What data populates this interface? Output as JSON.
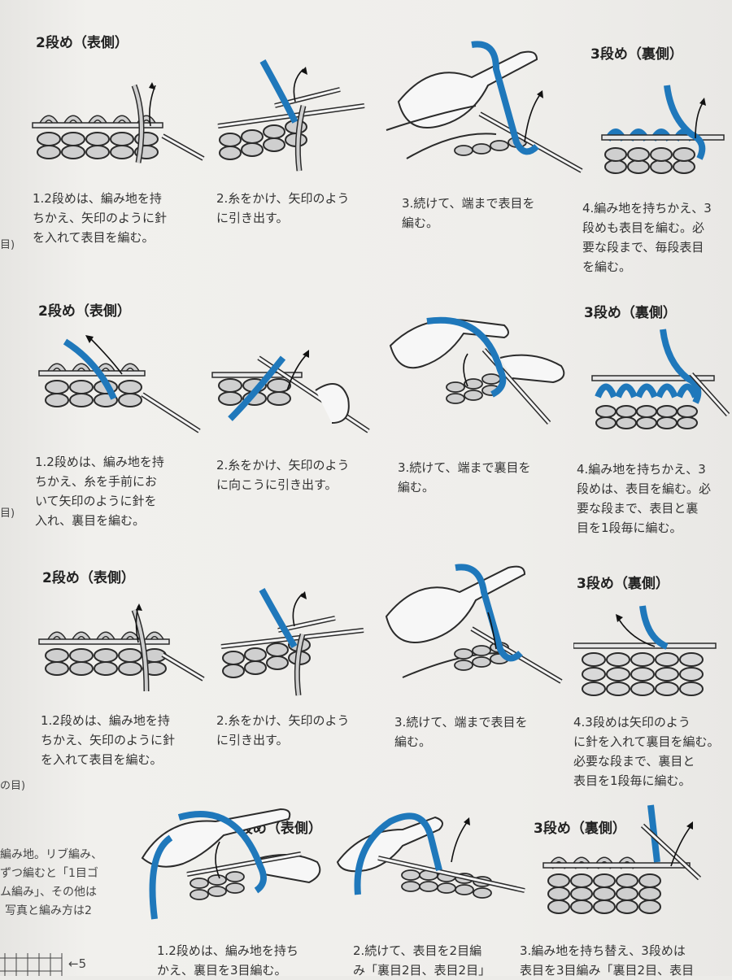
{
  "rows": [
    {
      "heading_front": "2段め（表側）",
      "heading_back": "3段め（裏側）",
      "captions": [
        [
          "1.2段めは、編み地を持",
          "ちかえ、矢印のように針",
          "を入れて表目を編む。"
        ],
        [
          "2.糸をかけ、矢印のよう",
          "に引き出す。"
        ],
        [
          "3.続けて、端まで表目を",
          "編む。"
        ],
        [
          "4.編み地を持ちかえ、3",
          "段めも表目を編む。必",
          "要な段まで、毎段表目",
          "を編む。"
        ]
      ]
    },
    {
      "heading_front": "2段め（表側）",
      "heading_back": "3段め（裏側）",
      "captions": [
        [
          "1.2段めは、編み地を持",
          "ちかえ、糸を手前にお",
          "いて矢印のように針を",
          "入れ、裏目を編む。"
        ],
        [
          "2.糸をかけ、矢印のよう",
          "に向こうに引き出す。"
        ],
        [
          "3.続けて、端まで裏目を",
          "編む。"
        ],
        [
          "4.編み地を持ちかえ、3",
          "段めは、表目を編む。必",
          "要な段まで、表目と裏",
          "目を1段毎に編む。"
        ]
      ]
    },
    {
      "heading_front": "2段め（表側）",
      "heading_back": "3段め（裏側）",
      "captions": [
        [
          "1.2段めは、編み地を持",
          "ちかえ、矢印のように針",
          "を入れて表目を編む。"
        ],
        [
          "2.糸をかけ、矢印のよう",
          "に引き出す。"
        ],
        [
          "3.続けて、端まで表目を",
          "編む。"
        ],
        [
          "4.3段めは矢印のよう",
          "に針を入れて裏目を編む。",
          "必要な段まで、裏目と",
          "表目を1段毎に編む。"
        ]
      ]
    },
    {
      "heading_front": "2段め（表側）",
      "heading_back": "3段め（裏側）",
      "captions": [
        [
          "1.2段めは、編み地を持ち",
          "かえ、裏目を3目編む。"
        ],
        [
          "2.続けて、表目を2目編",
          "み「裏目2目、表目2目」"
        ],
        [
          "3.編み地を持ち替え、3段めは",
          "表目を3目編み「裏目2目、表目"
        ]
      ]
    }
  ],
  "left_edge": {
    "marks": [
      "目)",
      "目)",
      "の目)"
    ],
    "text_lines": [
      "編み地。リブ編み、",
      "ずつ編むと「1目ゴ",
      "ム編み」、その他は",
      "写真と編み方は2"
    ],
    "chart_label": "←5"
  },
  "colors": {
    "yarn_blue": "#1f78bb",
    "yarn_gray": "#cfcfcf",
    "ink": "#2b2b2b",
    "paper": "#efeeeb"
  }
}
